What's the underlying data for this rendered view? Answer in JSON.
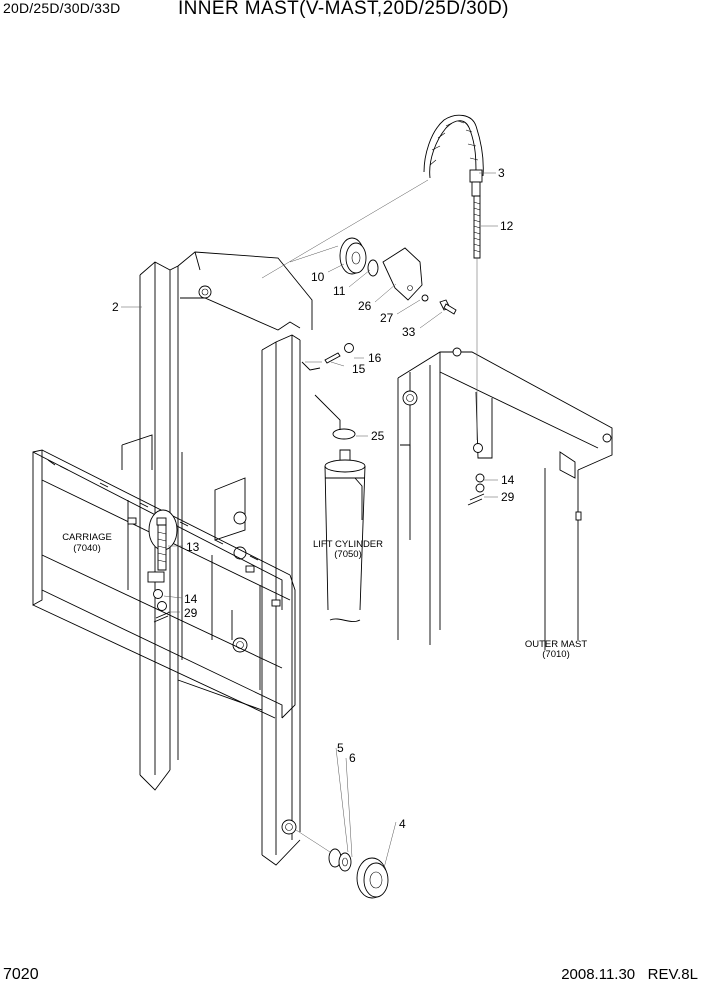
{
  "header": {
    "model": "20D/25D/30D/33D",
    "title": "INNER MAST(V-MAST,20D/25D/30D)"
  },
  "footer": {
    "page_number": "7020",
    "date": "2008.11.30",
    "revision": "REV.8L"
  },
  "callouts": {
    "c2": "2",
    "c3": "3",
    "c12": "12",
    "c10": "10",
    "c11": "11",
    "c26": "26",
    "c27": "27",
    "c33": "33",
    "c16": "16",
    "c15": "15",
    "c25": "25",
    "c14a": "14",
    "c29a": "29",
    "c13": "13",
    "c14b": "14",
    "c29b": "29",
    "c5": "5",
    "c6": "6",
    "c4": "4"
  },
  "references": {
    "carriage": {
      "name": "CARRIAGE",
      "code": "(7040)"
    },
    "lift_cylinder": {
      "name": "LIFT CYLINDER",
      "code": "(7050)"
    },
    "outer_mast": {
      "name": "OUTER MAST",
      "code": "(7010)"
    }
  }
}
